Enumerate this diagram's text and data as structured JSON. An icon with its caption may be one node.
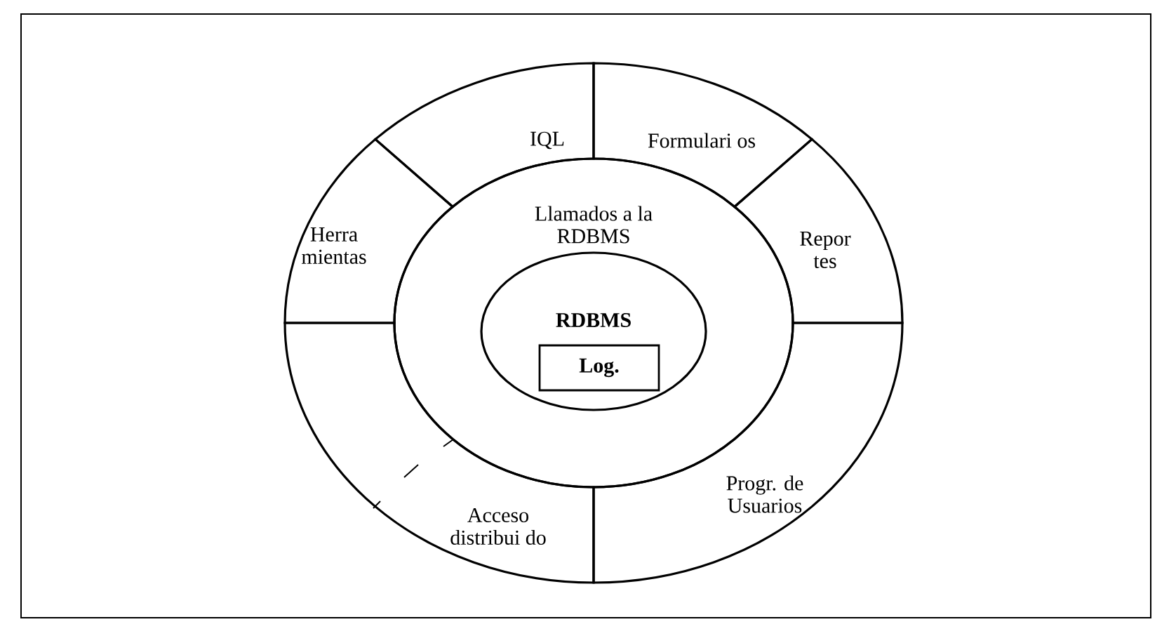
{
  "diagram": {
    "nodes": [
      {
        "text": [
          "IQL"
        ]
      },
      {
        "text": [
          "Formulari os"
        ]
      },
      {
        "text": [
          "Repor tes"
        ]
      },
      {
        "text": [
          "Progr. de Usuarios"
        ]
      },
      {
        "text": [
          "Acceso distribui do"
        ]
      },
      {
        "text": [
          "Herra mientas"
        ]
      },
      {
        "text": [
          "Llamados a la RDBMS"
        ]
      },
      {
        "text": [
          "RDBMS"
        ],
        "in": 6
      },
      {
        "text": [
          "Log."
        ],
        "in": 7
      }
    ]
  }
}
